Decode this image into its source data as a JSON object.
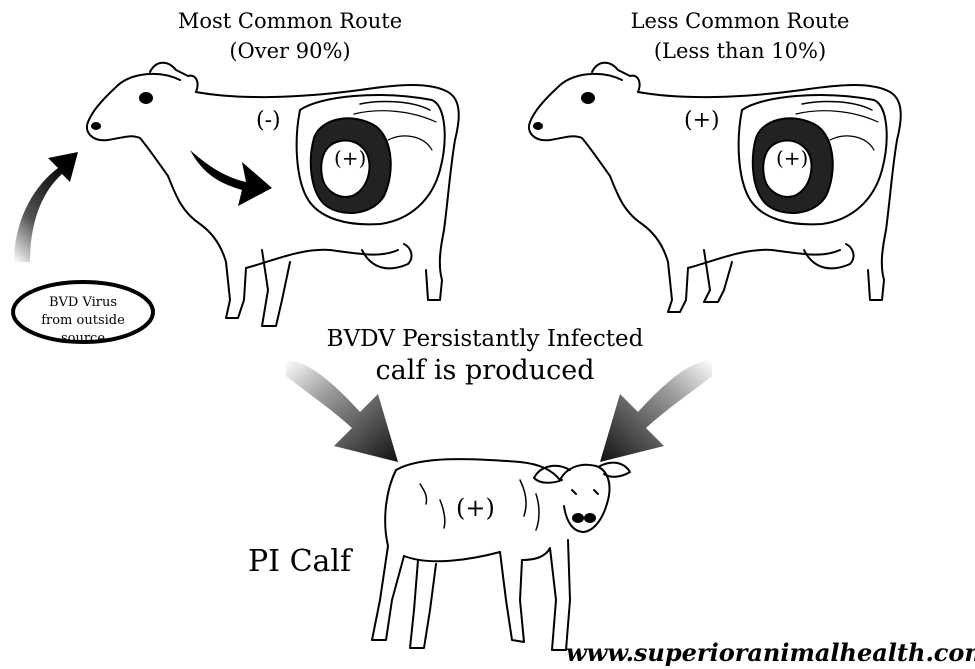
{
  "routes": {
    "most_common": {
      "title": "Most Common Route",
      "percent": "(Over 90%)",
      "cow_status": "(-)",
      "fetus_status": "(+)"
    },
    "less_common": {
      "title": "Less Common Route",
      "percent": "(Less than 10%)",
      "cow_status": "(+)",
      "fetus_status": "(+)"
    }
  },
  "virus_source": {
    "line1": "BVD Virus",
    "line2": "from outside source"
  },
  "center_caption": {
    "line1": "BVDV Persistantly Infected",
    "line2": "calf is produced"
  },
  "calf": {
    "label": "PI Calf",
    "status": "(+)"
  },
  "website": "www.superioranimalhealth.com"
}
